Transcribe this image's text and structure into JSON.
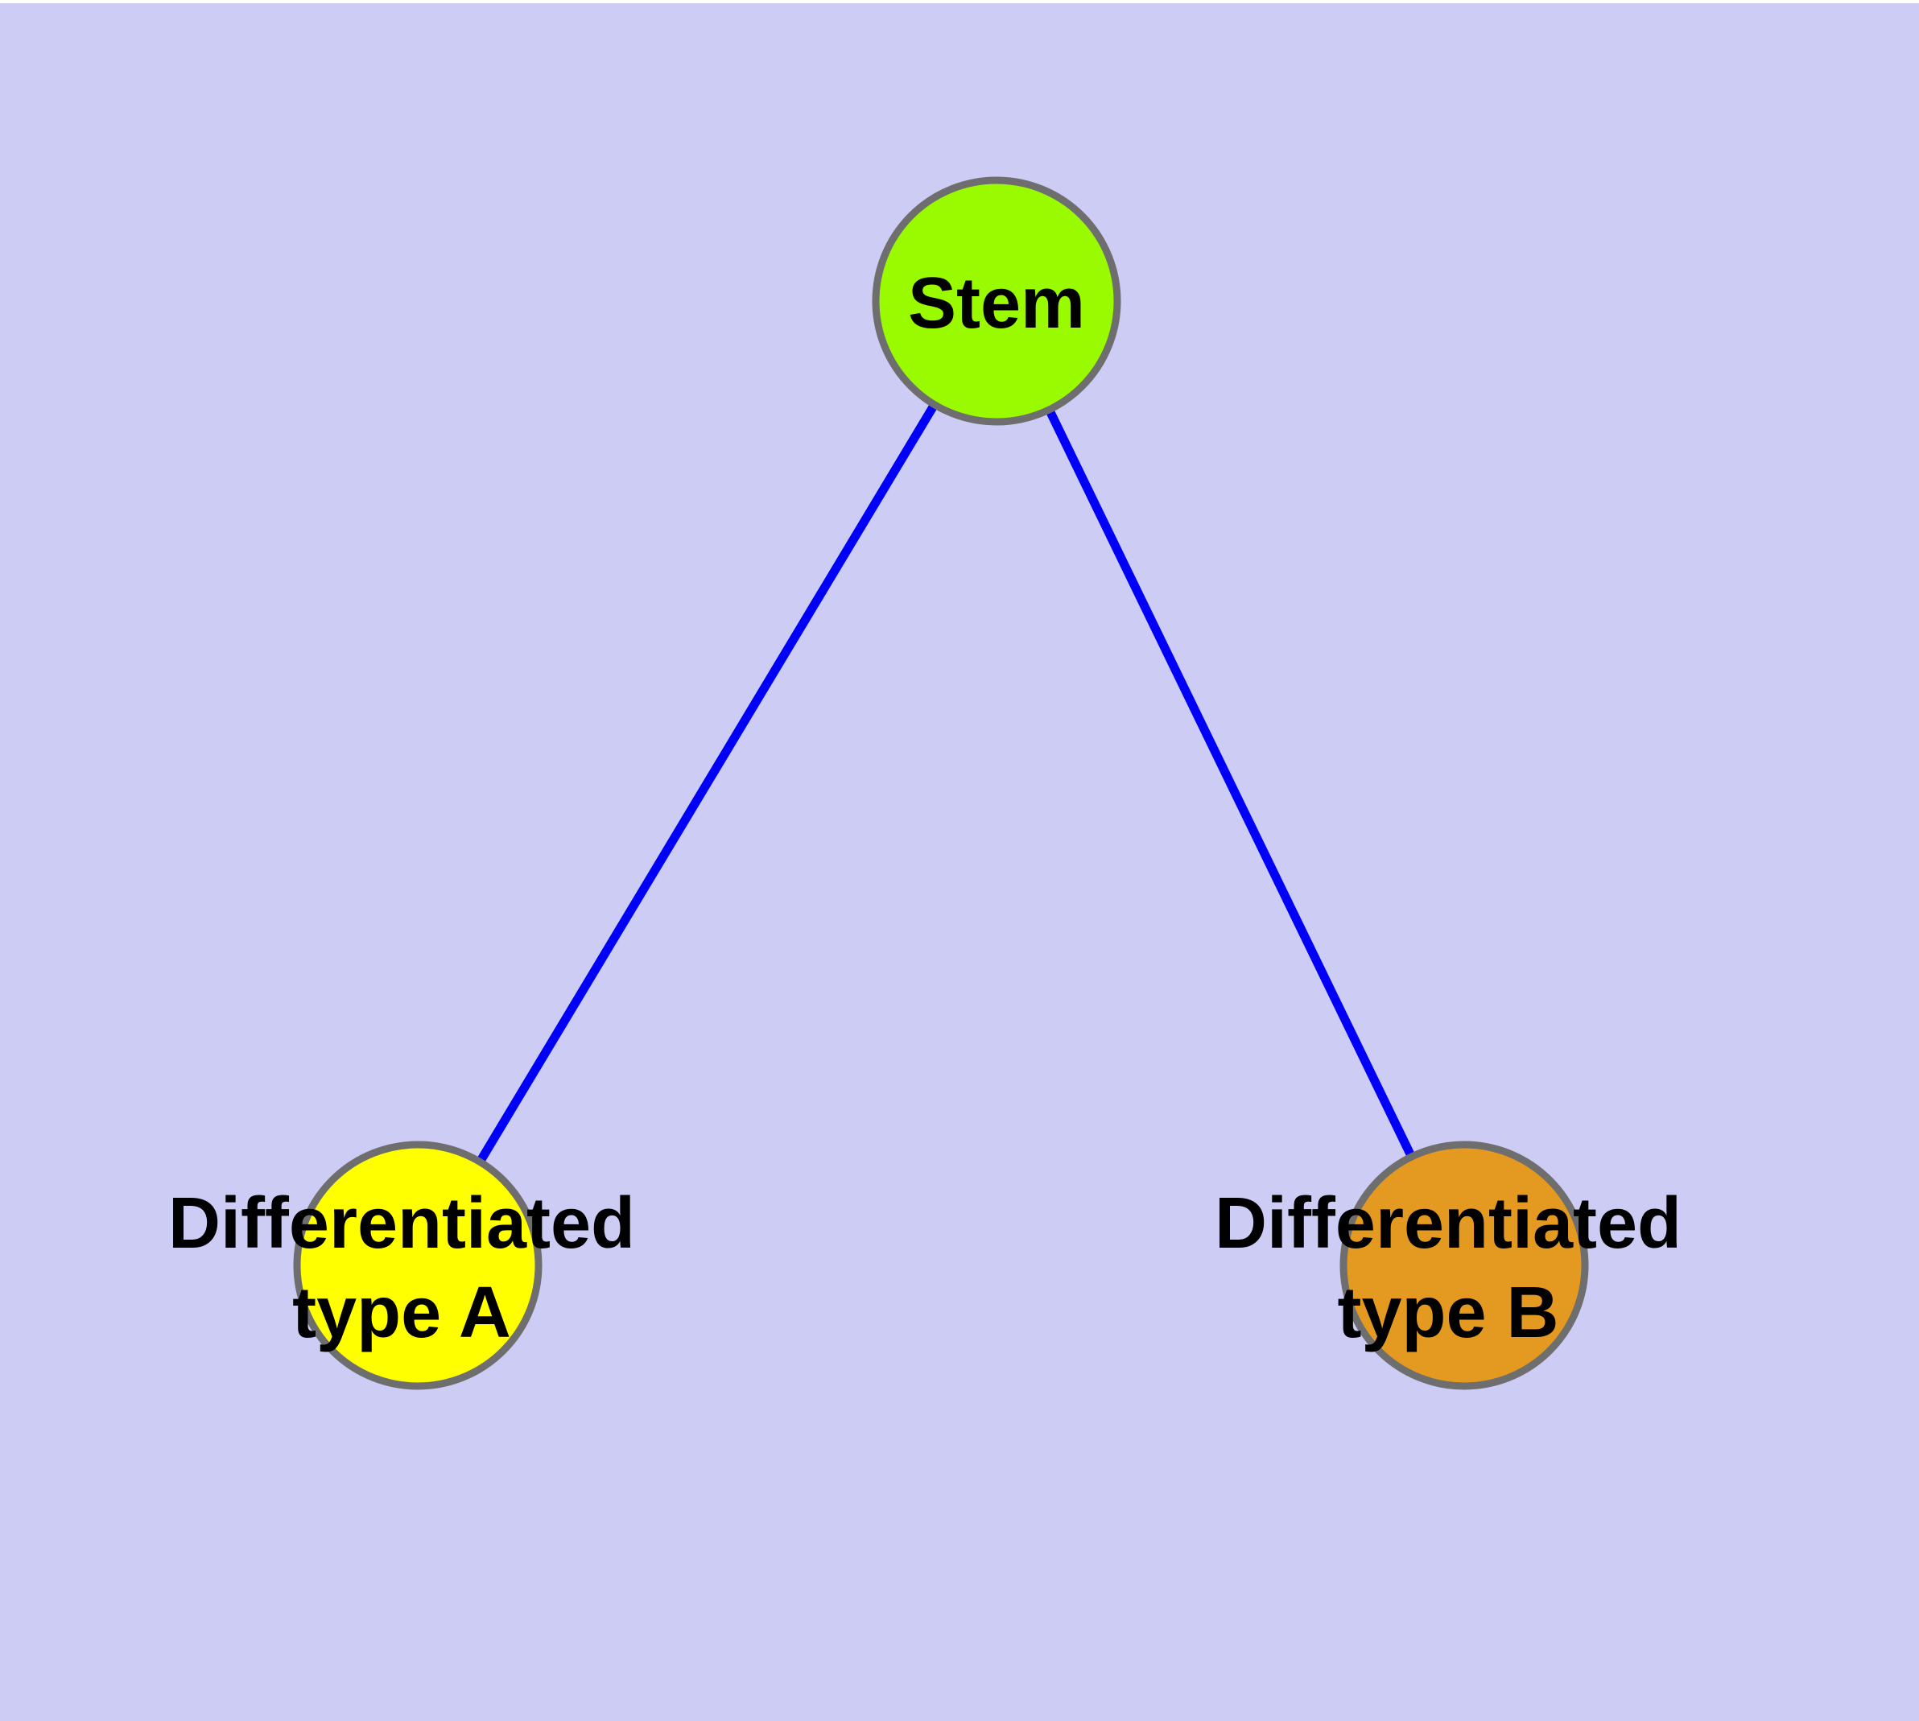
{
  "diagram": {
    "description": "Cell differentiation graph: a stem node connected to two differentiated cell type nodes",
    "colors": {
      "background": "#CCCCF5",
      "top_edge_strip": "#FFFFFF",
      "edge": "#0000FA",
      "node_border": "#6E6E6E",
      "label_text": "#000000"
    },
    "nodes": [
      {
        "id": "stem",
        "label_lines": [
          "Stem"
        ],
        "fill": "#9AFA00"
      },
      {
        "id": "type_a",
        "label_lines": [
          "Differentiated",
          "type A"
        ],
        "fill": "#FFFF00"
      },
      {
        "id": "type_b",
        "label_lines": [
          "Differentiated",
          "type B"
        ],
        "fill": "#E49A20"
      }
    ],
    "edges": [
      {
        "from": "Stem",
        "to": "Differentiated type A"
      },
      {
        "from": "Stem",
        "to": "Differentiated type B"
      }
    ]
  }
}
